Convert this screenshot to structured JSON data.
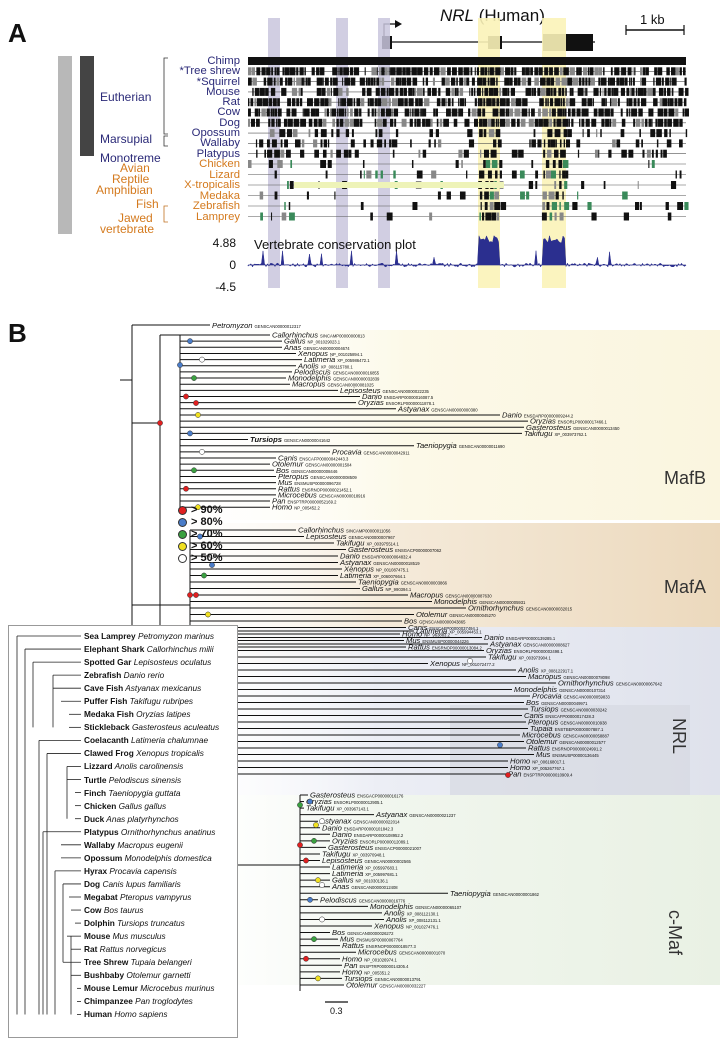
{
  "panel_a": {
    "letter": "A",
    "gene_title_italic": "NRL",
    "gene_title_rest": " (Human)",
    "scale_label": "1 kb",
    "conservation_title": "Vertebrate conservation plot",
    "y_ticks": [
      "4.88",
      "0",
      "-4.5"
    ],
    "species_blue": [
      "Chimp",
      "*Tree shrew",
      "*Squirrel",
      "Mouse",
      "Rat",
      "Cow",
      "Dog",
      "Opossum",
      "Wallaby",
      "Platypus"
    ],
    "species_orange": [
      "Chicken",
      "Lizard",
      "X-tropicalis",
      "Medaka",
      "Zebrafish",
      "Lamprey"
    ],
    "groups_blue": [
      "Eutherian",
      "Marsupial",
      "Monotreme"
    ],
    "groups_orange": [
      "Avian",
      "Reptile",
      "Amphibian",
      "Fish",
      "Jawed",
      "vertebrate"
    ]
  },
  "panel_b": {
    "letter": "B",
    "clades": [
      "MafB",
      "MafA",
      "NRL",
      "c-Maf"
    ],
    "clade_colors": [
      "#fbf8e6",
      "#f3e6d0",
      "#e6e8f0",
      "#eef4ea"
    ],
    "legend": [
      {
        "label": "> 90%",
        "color": "#e02020"
      },
      {
        "label": "> 80%",
        "color": "#4a7cc8"
      },
      {
        "label": "> 70%",
        "color": "#3aa040"
      },
      {
        "label": "> 60%",
        "color": "#f0e020"
      },
      {
        "label": "> 50%",
        "color": "#ffffff"
      }
    ],
    "scale_bar": "0.3",
    "outgroup": {
      "name": "Petromyzon",
      "id": "GENSCAN00000012317"
    },
    "mafb_leaves": [
      [
        "Callorhinchus",
        "SINCAMP00000000813"
      ],
      [
        "Gallus",
        "NP_001029023.1"
      ],
      [
        "Anas",
        "GENSCAN00000004674"
      ],
      [
        "Xenopus",
        "NP_001025894.1"
      ],
      [
        "Latimeria",
        "XP_005986472.1"
      ],
      [
        "Anolis",
        "XP_008115780.1"
      ],
      [
        "Pelodiscus",
        "GENSCAN00000016855"
      ],
      [
        "Monodelphis",
        "GENSCAN00000032839"
      ],
      [
        "Macropus",
        "GENSCAN00000081025"
      ],
      [
        "Lepisosteus",
        "GENSCAN00000022235"
      ],
      [
        "Danio",
        "ENSDARP00000016087.5"
      ],
      [
        "Oryzias",
        "ENSORLP00000011878.1"
      ],
      [
        "Astyanax",
        "GENSCAN00000000380"
      ],
      [
        "Danio",
        "ENSDARP00000009244.2"
      ],
      [
        "Oryzias",
        "ENSORLP00000017466.1"
      ],
      [
        "Gasterosteus",
        "GENSCAN00000013450"
      ],
      [
        "Takifugu",
        "XP_003973762.1"
      ],
      [
        "Tursiops",
        "GENSCAN00000041642"
      ],
      [
        "Taeniopygia",
        "GENSCAN00000011690"
      ],
      [
        "Procavia",
        "GENSCAN00000042911"
      ],
      [
        "Canis",
        "ENSCAFP00000042443.3"
      ],
      [
        "Otolemur",
        "GENSCAN00000001504"
      ],
      [
        "Bos",
        "GENSCAN00000008446"
      ],
      [
        "Pteropus",
        "GENSCAN00000008509"
      ],
      [
        "Mus",
        "ENSMUSP00000096728"
      ],
      [
        "Rattus",
        "ENSRNOP00000021452.1"
      ],
      [
        "Microcebus",
        "GENSCAN00000018916"
      ],
      [
        "Pan",
        "ENSPTRP00000052169.2"
      ],
      [
        "Homo",
        "NP_005452.2"
      ]
    ],
    "mafa_leaves": [
      [
        "Callorhinchus",
        "SINCAMP00000011056"
      ],
      [
        "Lepisosteus",
        "GENSCAN00000007967"
      ],
      [
        "Takifugu",
        "XP_003975514.1"
      ],
      [
        "Gasterosteus",
        "ENSGACP00000007062"
      ],
      [
        "Danio",
        "ENSDARP00000064832.4"
      ],
      [
        "Astyanax",
        "GENSCAN00000018519"
      ],
      [
        "Xenopus",
        "NP_001087475.1"
      ],
      [
        "Latimeria",
        "XP_006007664.1"
      ],
      [
        "Taeniopygia",
        "GENSCAN00000003866"
      ],
      [
        "Gallus",
        "NP_990394.1"
      ],
      [
        "Macropus",
        "GENSCAN00000087630"
      ],
      [
        "Monodelphis",
        "GENSCAN00000005931"
      ],
      [
        "Ornithorhynchus",
        "GENSCAN00000032015"
      ],
      [
        "Otolemur",
        "GENSCAN00000045270"
      ],
      [
        "Bos",
        "GENSCAN00000043865"
      ],
      [
        "Canis",
        "ENSCAFP00000037494.1"
      ],
      [
        "Homo",
        "NP_963883.2"
      ],
      [
        "Mus",
        "ENSMUSP00000044226"
      ],
      [
        "Rattus",
        "ENSRNOP00000013084.2"
      ]
    ],
    "nrl_leaves": [
      [
        "Latimeria",
        "XP_005994453.1"
      ],
      [
        "Danio",
        "ENSDARP00000139285.1"
      ],
      [
        "Astyanax",
        "GENSCAN00000008627"
      ],
      [
        "Oryzias",
        "ENSORLP00000002498.1"
      ],
      [
        "Takifugu",
        "XP_003973904.1"
      ],
      [
        "Xenopus",
        "NP_001072477.2"
      ],
      [
        "Anolis",
        "XP_008122917.1"
      ],
      [
        "Macropus",
        "GENSCAN00000078098"
      ],
      [
        "Ornithorhynchus",
        "GENSCAN00000067642"
      ],
      [
        "Monodelphis",
        "GENSCAN00000107314"
      ],
      [
        "Procavia",
        "GENSCAN00000059833"
      ],
      [
        "Bos",
        "GENSCAN00000049971"
      ],
      [
        "Tursiops",
        "GENSCAN00000030242"
      ],
      [
        "Canis",
        "ENSCAFP00000017428.3"
      ],
      [
        "Pteropus",
        "GENSCAN00000010938"
      ],
      [
        "Tupaia",
        "ENSTBEP00000007887.1"
      ],
      [
        "Microcebus",
        "GENSCAN00000058887"
      ],
      [
        "Otolemur",
        "GENSCAN00000012577"
      ],
      [
        "Rattus",
        "ENSRNOP00000024991.2"
      ],
      [
        "Mus",
        "ENSMUSP00000136445"
      ],
      [
        "Homo",
        "NP_006168017.1"
      ],
      [
        "Homo",
        "XP_005267767.1"
      ],
      [
        "Pan",
        "ENSPTRP00000010909.4"
      ]
    ],
    "cmaf_leaves": [
      [
        "Gasterosteus",
        "ENSGACP00000016176"
      ],
      [
        "Oryzias",
        "ENSORLP00000012905.1"
      ],
      [
        "Takifugu",
        "XP_003967143.1"
      ],
      [
        "Astyanax",
        "GENSCAN00000021237"
      ],
      [
        "Astyanax",
        "GENSCAN00000022014"
      ],
      [
        "Danio",
        "ENSDARP00000101842.3"
      ],
      [
        "Danio",
        "ENSDARP00000108952.2"
      ],
      [
        "Oryzias",
        "ENSORLP00000012089.1"
      ],
      [
        "Gasterosteus",
        "ENSGACP00000021007"
      ],
      [
        "Takifugu",
        "XP_003970948.1"
      ],
      [
        "Lepisosteus",
        "GENSCAN00000002565"
      ],
      [
        "Latimeria",
        "XP_005997683.1"
      ],
      [
        "Latimeria",
        "XP_005997681.1"
      ],
      [
        "Gallus",
        "NP_001030136.1"
      ],
      [
        "Anas",
        "GENSCAN00000012408"
      ],
      [
        "Taeniopygia",
        "GENSCAN00000001862"
      ],
      [
        "Pelodiscus",
        "GENSCAN00000016776"
      ],
      [
        "Monodelphis",
        "GENSCAN00000065107"
      ],
      [
        "Anolis",
        "XP_008112130.1"
      ],
      [
        "Anolis",
        "XP_008112131.1"
      ],
      [
        "Xenopus",
        "NP_001027476.1"
      ],
      [
        "Bos",
        "GENSCAN00000026272"
      ],
      [
        "Mus",
        "ENSMUSP00000067764"
      ],
      [
        "Rattus",
        "ENSRNOP00000018577.3"
      ],
      [
        "Microcebus",
        "GENSCAN00000001070"
      ],
      [
        "Homo",
        "NP_001026974.1"
      ],
      [
        "Pan",
        "ENSPTRP00000014305.4"
      ],
      [
        "Homo",
        "NP_005351.2"
      ],
      [
        "Tursiops",
        "GENSCAN00000013791"
      ],
      [
        "Otolemur",
        "GENSCAN00000032227"
      ]
    ],
    "species_tree": [
      [
        "Sea Lamprey",
        "Petromyzon marinus"
      ],
      [
        "Elephant Shark",
        "Callorhinchus milii"
      ],
      [
        "Spotted Gar",
        "Lepisosteus oculatus"
      ],
      [
        "Zebrafish",
        "Danio rerio"
      ],
      [
        "Cave Fish",
        "Astyanax mexicanus"
      ],
      [
        "Puffer Fish",
        "Takifugu rubripes"
      ],
      [
        "Medaka Fish",
        "Oryzias latipes"
      ],
      [
        "Stickleback",
        "Gasterosteus aculeatus"
      ],
      [
        "Coelacanth",
        "Latimeria chalumnae"
      ],
      [
        "Clawed Frog",
        "Xenopus tropicalis"
      ],
      [
        "Lizzard",
        "Anolis carolinensis"
      ],
      [
        "Turtle",
        "Pelodiscus sinensis"
      ],
      [
        "Finch",
        "Taeniopygia guttata"
      ],
      [
        "Chicken",
        "Gallus gallus"
      ],
      [
        "Duck",
        "Anas platyrhynchos"
      ],
      [
        "Platypus",
        "Ornithorhynchus anatinus"
      ],
      [
        "Wallaby",
        "Macropus eugenii"
      ],
      [
        "Opossum",
        "Monodelphis domestica"
      ],
      [
        "Hyrax",
        "Procavia capensis"
      ],
      [
        "Dog",
        "Canis lupus familiaris"
      ],
      [
        "Megabat",
        "Pteropus vampyrus"
      ],
      [
        "Cow",
        "Bos taurus"
      ],
      [
        "Dolphin",
        "Tursiops truncatus"
      ],
      [
        "Mouse",
        "Mus musculus"
      ],
      [
        "Rat",
        "Rattus norvegicus"
      ],
      [
        "Tree Shrew",
        "Tupaia belangeri"
      ],
      [
        "Bushbaby",
        "Otolemur garnetti"
      ],
      [
        "Mouse Lemur",
        "Microcebus murinus"
      ],
      [
        "Chimpanzee",
        "Pan troglodytes"
      ],
      [
        "Human",
        "Homo sapiens"
      ]
    ]
  }
}
